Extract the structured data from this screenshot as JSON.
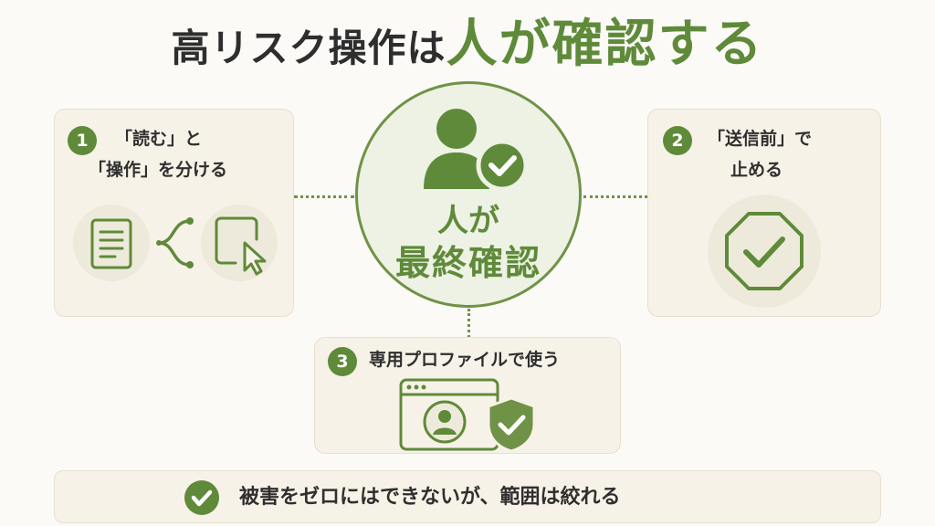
{
  "title": {
    "prefix": "高リスク操作は",
    "accent": "人が確認する"
  },
  "center": {
    "line1": "人が",
    "line2": "最終確認"
  },
  "cards": [
    {
      "number": "1",
      "line1": "「読む」と",
      "line2": "「操作」を分ける",
      "icons": [
        "document-icon",
        "branch-icon",
        "cursor-click-icon"
      ]
    },
    {
      "number": "2",
      "line1": "「送信前」で",
      "line2": "止める",
      "icons": [
        "stop-check-icon"
      ]
    },
    {
      "number": "3",
      "line1": "専用プロファイルで使う",
      "icons": [
        "browser-profile-icon",
        "shield-check-icon"
      ]
    }
  ],
  "bottom": {
    "text": "被害をゼロにはできないが、範囲は絞れる",
    "icon": "check-circle-icon"
  },
  "colors": {
    "accent": "#5f8a3a",
    "card_bg": "#f7f2e8",
    "icon_bg": "#eeeadb",
    "page_bg": "#fbfaf6"
  }
}
